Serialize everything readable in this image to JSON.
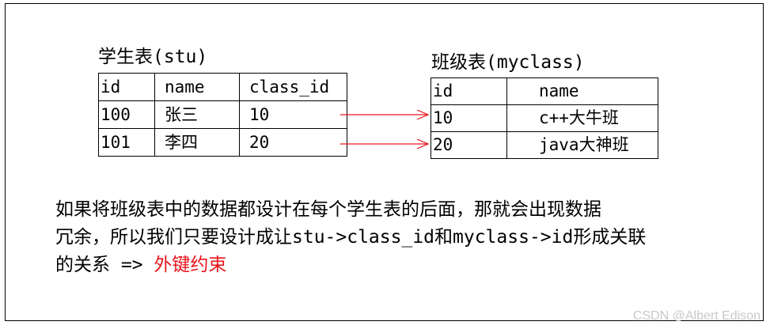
{
  "stu_table": {
    "title": "学生表(stu)",
    "headers": [
      "id",
      "name",
      "class_id"
    ],
    "rows": [
      [
        "100",
        "张三",
        "10"
      ],
      [
        "101",
        "李四",
        "20"
      ]
    ]
  },
  "myclass_table": {
    "title": "班级表(myclass)",
    "headers": [
      "id",
      "name"
    ],
    "rows": [
      [
        "10",
        "c++大牛班"
      ],
      [
        "20",
        "java大神班"
      ]
    ]
  },
  "links": {
    "color": "#e8141c"
  },
  "explanation": {
    "line1": "如果将班级表中的数据都设计在每个学生表的后面，那就会出现数据",
    "line2": "冗余，所以我们只要设计成让stu->class_id和myclass->id形成关联",
    "line3_prefix": "的关系 =>",
    "line3_emphasis": "外键约束",
    "emphasis_color": "#e8141c"
  },
  "watermark": "CSDN @Albert Edison"
}
